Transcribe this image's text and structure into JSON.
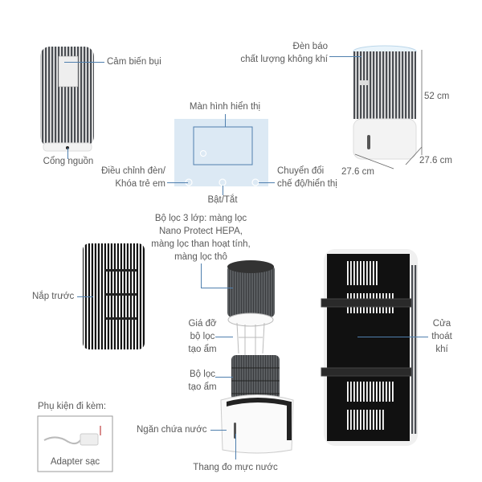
{
  "labels": {
    "dust_sensor": "Cảm biến bụi",
    "power_port": "Cổng nguồn",
    "air_quality_light_1": "Đèn báo",
    "air_quality_light_2": "chất lượng không khí",
    "height": "52 cm",
    "depth": "27.6 cm",
    "width": "27.6 cm",
    "display": "Màn hình hiển thị",
    "light_lock_1": "Điều chỉnh đèn/",
    "light_lock_2": "Khóa trẻ em",
    "mode_1": "Chuyển đổi",
    "mode_2": "chế độ/hiển thị",
    "power": "Bật/Tắt",
    "filter_1": "Bộ lọc 3 lớp: màng lọc",
    "filter_2": "Nano Protect HEPA,",
    "filter_3": "màng lọc than hoạt tính,",
    "filter_4": "màng lọc thô",
    "front_cover": "Nắp trước",
    "holder_1": "Giá đỡ",
    "holder_2": "bộ lọc",
    "holder_3": "tạo ẩm",
    "humid_filter_1": "Bộ lọc",
    "humid_filter_2": "tạo ẩm",
    "air_outlet_1": "Cửa",
    "air_outlet_2": "thoát",
    "air_outlet_3": "khí",
    "water_tank": "Ngăn chứa nước",
    "water_gauge": "Thang đo mực nước",
    "accessories": "Phụ kiện đi kèm:",
    "adapter": "Adapter sạc"
  },
  "colors": {
    "leader_line": "#4f7fae",
    "panel": "#dce9f4",
    "body_dark": "#4a4d52"
  }
}
